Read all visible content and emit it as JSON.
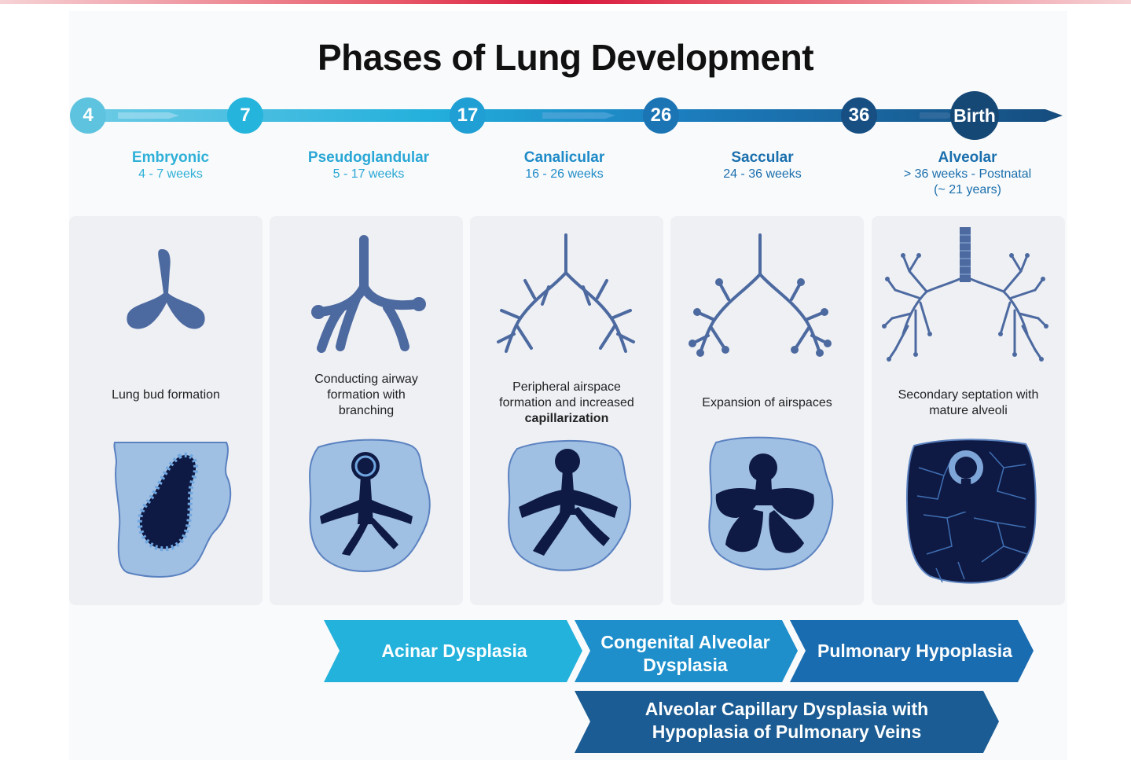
{
  "title": "Phases of Lung Development",
  "timeline": {
    "nodes": [
      {
        "label": "4",
        "color": "#5dc3df"
      },
      {
        "label": "7",
        "color": "#25b4dc"
      },
      {
        "label": "17",
        "color": "#1f9fd3"
      },
      {
        "label": "26",
        "color": "#1b74b4"
      },
      {
        "label": "36",
        "color": "#174f83"
      },
      {
        "label": "Birth",
        "color": "#164876"
      }
    ]
  },
  "phases": [
    {
      "name": "Embryonic",
      "range": "4 - 7 weeks",
      "extra": "",
      "color": "#2fb0d8"
    },
    {
      "name": "Pseudoglandular",
      "range": "5 - 17 weeks",
      "extra": "",
      "color": "#2aa7d6"
    },
    {
      "name": "Canalicular",
      "range": "16 - 26 weeks",
      "extra": "",
      "color": "#1e8bc8"
    },
    {
      "name": "Saccular",
      "range": "24 - 36 weeks",
      "extra": "",
      "color": "#1a6fae"
    },
    {
      "name": "Alveolar",
      "range": "> 36 weeks - Postnatal",
      "extra": "(~ 21 years)",
      "color": "#1a6fae"
    }
  ],
  "cards": [
    {
      "desc_lines": [
        "Lung bud formation"
      ],
      "bold_line": ""
    },
    {
      "desc_lines": [
        "Conducting airway",
        "formation with",
        "branching"
      ],
      "bold_line": ""
    },
    {
      "desc_lines": [
        "Peripheral airspace",
        "formation and increased"
      ],
      "bold_line": "capillarization"
    },
    {
      "desc_lines": [
        "Expansion of airspaces"
      ],
      "bold_line": ""
    },
    {
      "desc_lines": [
        "Secondary septation with",
        "mature alveoli"
      ],
      "bold_line": ""
    }
  ],
  "disorders": [
    {
      "label_lines": [
        "Acinar Dysplasia"
      ],
      "color": "#23b2dc"
    },
    {
      "label_lines": [
        "Congenital Alveolar",
        "Dysplasia"
      ],
      "color": "#1e8fcb"
    },
    {
      "label_lines": [
        "Pulmonary Hypoplasia"
      ],
      "color": "#1a6cb0"
    },
    {
      "label_lines": [
        "Alveolar Capillary Dysplasia with",
        "Hypoplasia of Pulmonary Veins"
      ],
      "color": "#1a5c93"
    }
  ],
  "illustration_colors": {
    "airway": "#4d6aa0",
    "tissue": "#9fbfe3",
    "lumen": "#0f1a44",
    "outline": "#5b82c0"
  }
}
